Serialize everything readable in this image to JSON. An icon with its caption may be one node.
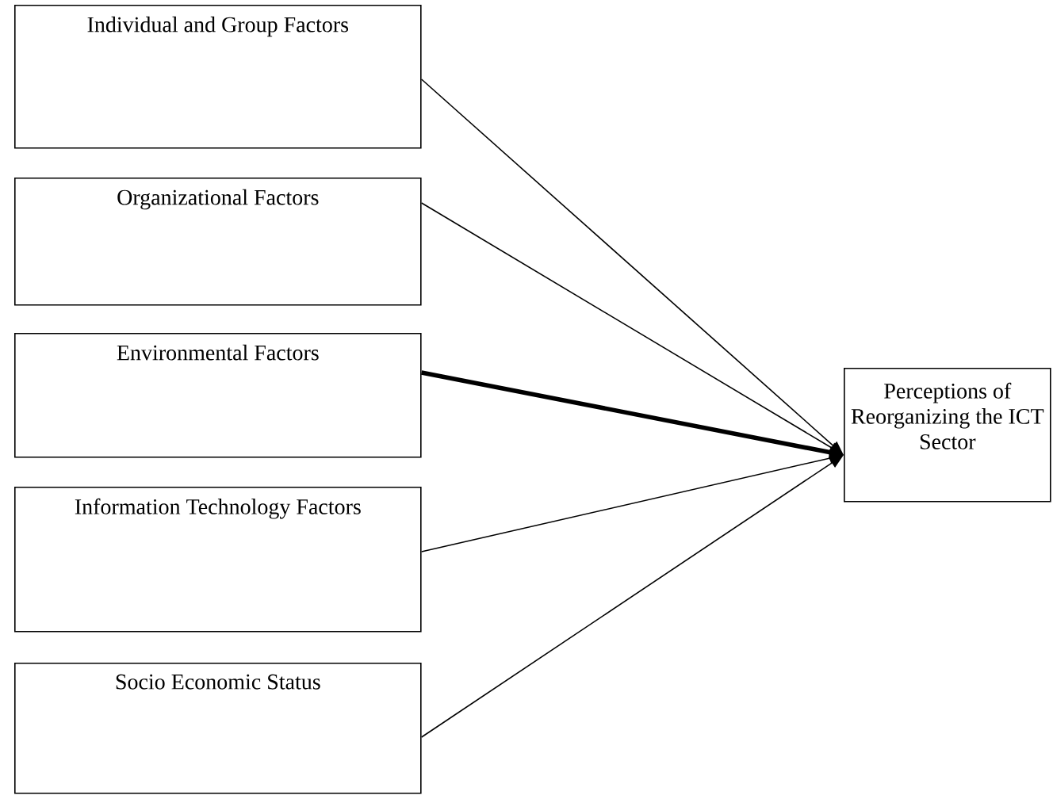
{
  "diagram": {
    "nodes": [
      {
        "text": [
          "Individual and Group Factors"
        ]
      },
      {
        "text": [
          "Organizational Factors"
        ]
      },
      {
        "text": [
          "Environmental Factors"
        ]
      },
      {
        "text": [
          "Information Technology Factors"
        ]
      },
      {
        "text": [
          "Socio Economic Status"
        ]
      },
      {
        "text": [
          "Perceptions of Reorganizing the ICT Sector"
        ]
      }
    ],
    "edges": [
      {
        "from": 0,
        "to": 5,
        "arrow": "to"
      },
      {
        "from": 1,
        "to": 5,
        "arrow": "to"
      },
      {
        "from": 2,
        "to": 5,
        "arrow": "to",
        "style": "thick"
      },
      {
        "from": 3,
        "to": 5,
        "arrow": "to"
      },
      {
        "from": 4,
        "to": 5,
        "arrow": "to"
      }
    ]
  }
}
